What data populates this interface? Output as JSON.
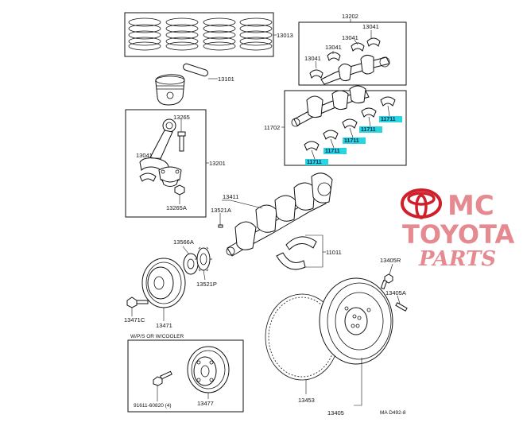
{
  "labels": {
    "rings_kit": "13013",
    "piston_pin": "13101",
    "con_rod_assy": "13201",
    "con_rod_bolt": "13265",
    "con_rod_bearing": "13041",
    "con_rod_nut": "13265A",
    "main_bearing_box": "13202",
    "bearing_a": "13041",
    "bearing_b": "13041",
    "bearing_c": "13041",
    "bearing_d": "13041",
    "crank_bearing_set": "11702",
    "hl_1": "11711",
    "hl_2": "11711",
    "hl_3": "11711",
    "hl_4": "11711",
    "hl_5": "11711",
    "crankshaft": "13411",
    "key": "13521A",
    "thrust_washer_set": "11011",
    "oil_pump_gear": "13566A",
    "timing_pulley": "13521P",
    "crank_pulley": "13471",
    "pulley_bolt": "13471C",
    "option_note": "W/P/S  OR  W/COOLER",
    "alt_pulley": "13477",
    "alt_bolt": "91611-60820 (4)",
    "flywheel_bolt": "13405R",
    "flywheel_dowel": "13405A",
    "ring_gear": "13453",
    "flywheel": "13405",
    "diagram_code": "MA D492-8"
  },
  "watermark": {
    "brand_mc": "MC",
    "brand_toyota": "TOYOTA",
    "brand_parts": "PARTS",
    "logo_color": "#cf1f2a",
    "text_color": "#e58a90"
  },
  "highlight_color": "#29d6e0"
}
